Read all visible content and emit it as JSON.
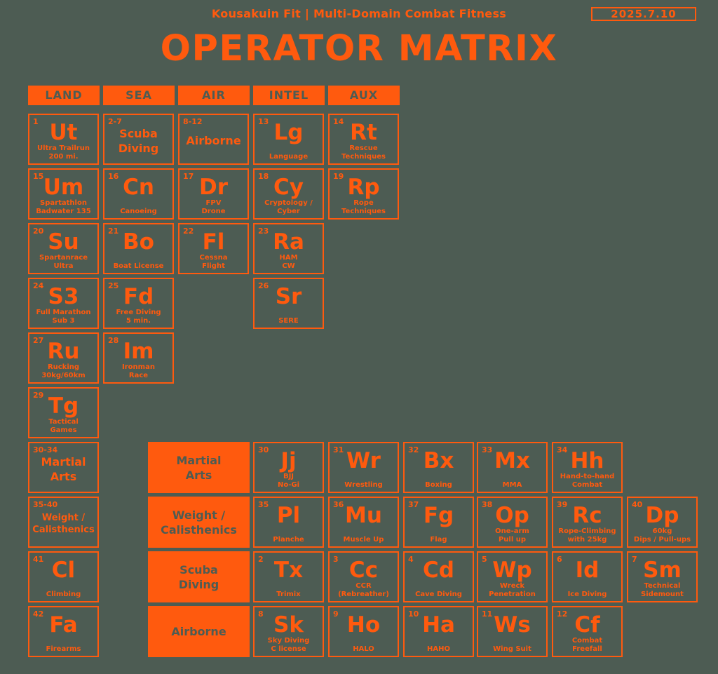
{
  "subtitle": "Kousakuin Fit | Multi-Domain Combat Fitness",
  "date": "2025.7.10",
  "title": "OPERATOR MATRIX",
  "headers": [
    "LAND",
    "SEA",
    "AIR",
    "INTEL",
    "AUX"
  ],
  "colors": {
    "background": "#4d5c53",
    "accent": "#ff5a0e"
  },
  "cells": {
    "ut": {
      "num": "1",
      "sym": "Ut",
      "name": "Ultra Trailrun\n200 mi."
    },
    "scuba": {
      "num": "2-7",
      "label": "Scuba\nDiving"
    },
    "airborne": {
      "num": "8-12",
      "label": "Airborne"
    },
    "lg": {
      "num": "13",
      "sym": "Lg",
      "name": "Language"
    },
    "rt": {
      "num": "14",
      "sym": "Rt",
      "name": "Rescue\nTechniques"
    },
    "um": {
      "num": "15",
      "sym": "Um",
      "name": "Spartathlon\nBadwater 135"
    },
    "cn": {
      "num": "16",
      "sym": "Cn",
      "name": "Canoeing"
    },
    "dr": {
      "num": "17",
      "sym": "Dr",
      "name": "FPV\nDrone"
    },
    "cy": {
      "num": "18",
      "sym": "Cy",
      "name": "Cryptology /\nCyber"
    },
    "rp": {
      "num": "19",
      "sym": "Rp",
      "name": "Rope\nTechniques"
    },
    "su": {
      "num": "20",
      "sym": "Su",
      "name": "Spartanrace\nUltra"
    },
    "bo": {
      "num": "21",
      "sym": "Bo",
      "name": "Boat License"
    },
    "fl": {
      "num": "22",
      "sym": "Fl",
      "name": "Cessna\nFlight"
    },
    "ra": {
      "num": "23",
      "sym": "Ra",
      "name": "HAM\nCW"
    },
    "s3": {
      "num": "24",
      "sym": "S3",
      "name": "Full Marathon\nSub 3"
    },
    "fd": {
      "num": "25",
      "sym": "Fd",
      "name": "Free Diving\n5 min."
    },
    "sr": {
      "num": "26",
      "sym": "Sr",
      "name": "SERE"
    },
    "ru": {
      "num": "27",
      "sym": "Ru",
      "name": "Rucking\n30kg/60km"
    },
    "im": {
      "num": "28",
      "sym": "Im",
      "name": "Ironman\nRace"
    },
    "tg": {
      "num": "29",
      "sym": "Tg",
      "name": "Tactical\nGames"
    },
    "martial": {
      "num": "30-34",
      "label": "Martial\nArts"
    },
    "weight": {
      "num": "35-40",
      "label": "Weight /\nCalisthenics"
    },
    "cl": {
      "num": "41",
      "sym": "Cl",
      "name": "Climbing"
    },
    "fa": {
      "num": "42",
      "sym": "Fa",
      "name": "Firearms"
    },
    "jj": {
      "num": "30",
      "sym": "Jj",
      "name": "BJJ\nNo-Gi"
    },
    "wr": {
      "num": "31",
      "sym": "Wr",
      "name": "Wrestling"
    },
    "bx": {
      "num": "32",
      "sym": "Bx",
      "name": "Boxing"
    },
    "mx": {
      "num": "33",
      "sym": "Mx",
      "name": "MMA"
    },
    "hh": {
      "num": "34",
      "sym": "Hh",
      "name": "Hand-to-hand\nCombat"
    },
    "pl": {
      "num": "35",
      "sym": "Pl",
      "name": "Planche"
    },
    "mu": {
      "num": "36",
      "sym": "Mu",
      "name": "Muscle Up"
    },
    "fg": {
      "num": "37",
      "sym": "Fg",
      "name": "Flag"
    },
    "op": {
      "num": "38",
      "sym": "Op",
      "name": "One-arm\nPull up"
    },
    "rc": {
      "num": "39",
      "sym": "Rc",
      "name": "Rope-Climbing\nwith 25kg"
    },
    "dp": {
      "num": "40",
      "sym": "Dp",
      "name": "60kg\nDips / Pull-ups"
    },
    "tx": {
      "num": "2",
      "sym": "Tx",
      "name": "Trimix"
    },
    "cc": {
      "num": "3",
      "sym": "Cc",
      "name": "CCR\n(Rebreather)"
    },
    "cd": {
      "num": "4",
      "sym": "Cd",
      "name": "Cave Diving"
    },
    "wp": {
      "num": "5",
      "sym": "Wp",
      "name": "Wreck\nPenetration"
    },
    "id": {
      "num": "6",
      "sym": "Id",
      "name": "Ice Diving"
    },
    "sm": {
      "num": "7",
      "sym": "Sm",
      "name": "Technical\nSidemount"
    },
    "sk": {
      "num": "8",
      "sym": "Sk",
      "name": "Sky Diving\nC license"
    },
    "ho": {
      "num": "9",
      "sym": "Ho",
      "name": "HALO"
    },
    "ha": {
      "num": "10",
      "sym": "Ha",
      "name": "HAHO"
    },
    "ws": {
      "num": "11",
      "sym": "Ws",
      "name": "Wing Suit"
    },
    "cf": {
      "num": "12",
      "sym": "Cf",
      "name": "Combat\nFreefall"
    }
  },
  "categories": {
    "martial": "Martial\nArts",
    "weight": "Weight /\nCalisthenics",
    "scuba": "Scuba\nDiving",
    "airborne": "Airborne"
  }
}
